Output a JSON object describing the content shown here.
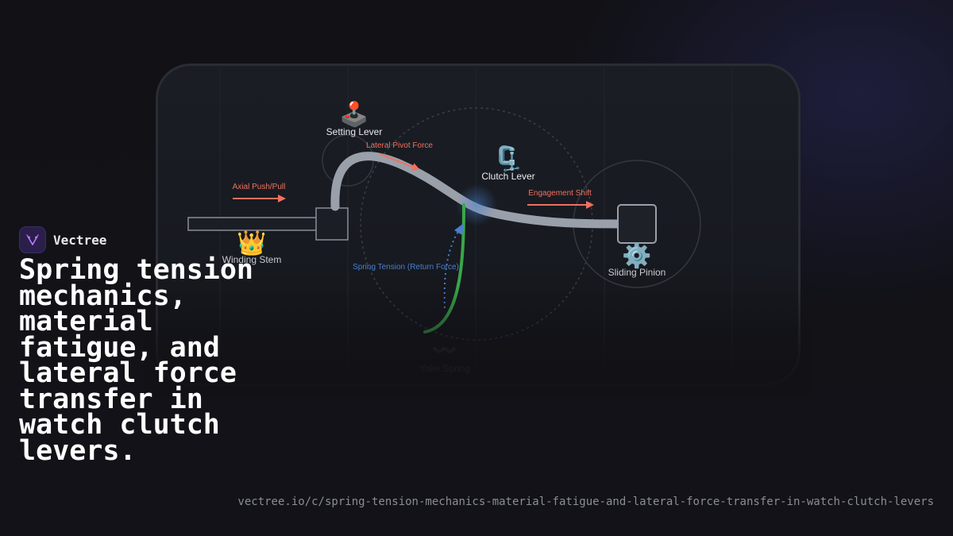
{
  "brand": {
    "name": "Vectree"
  },
  "headline": "Spring tension mechanics, material fatigue, and lateral force transfer in watch clutch levers.",
  "url": "vectree.io/c/spring-tension-mechanics-material-fatigue-and-lateral-force-transfer-in-watch-clutch-levers",
  "diagram": {
    "components": {
      "setting_lever": {
        "icon": "🕹️",
        "label": "Setting Lever"
      },
      "clutch_lever": {
        "icon": "🗜️",
        "label": "Clutch Lever"
      },
      "winding_stem": {
        "icon": "👑",
        "label": "Winding Stem"
      },
      "sliding_pinion": {
        "icon": "⚙️",
        "label": "Sliding Pinion"
      },
      "yoke_spring": {
        "icon": "〰️",
        "label": "Yoke Spring"
      }
    },
    "forces": {
      "axial": "Axial Push/Pull",
      "lateral": "Lateral Pivot Force",
      "engagement": "Engagement Shift",
      "spring_tension": "Spring Tension (Return Force)"
    }
  },
  "colors": {
    "force_arrow": "#f07060",
    "spring_green": "#3aa64a",
    "return_force_blue": "#4a7fd0",
    "lever_gray": "#9aa0aa",
    "brand_purple": "#a855f7"
  }
}
